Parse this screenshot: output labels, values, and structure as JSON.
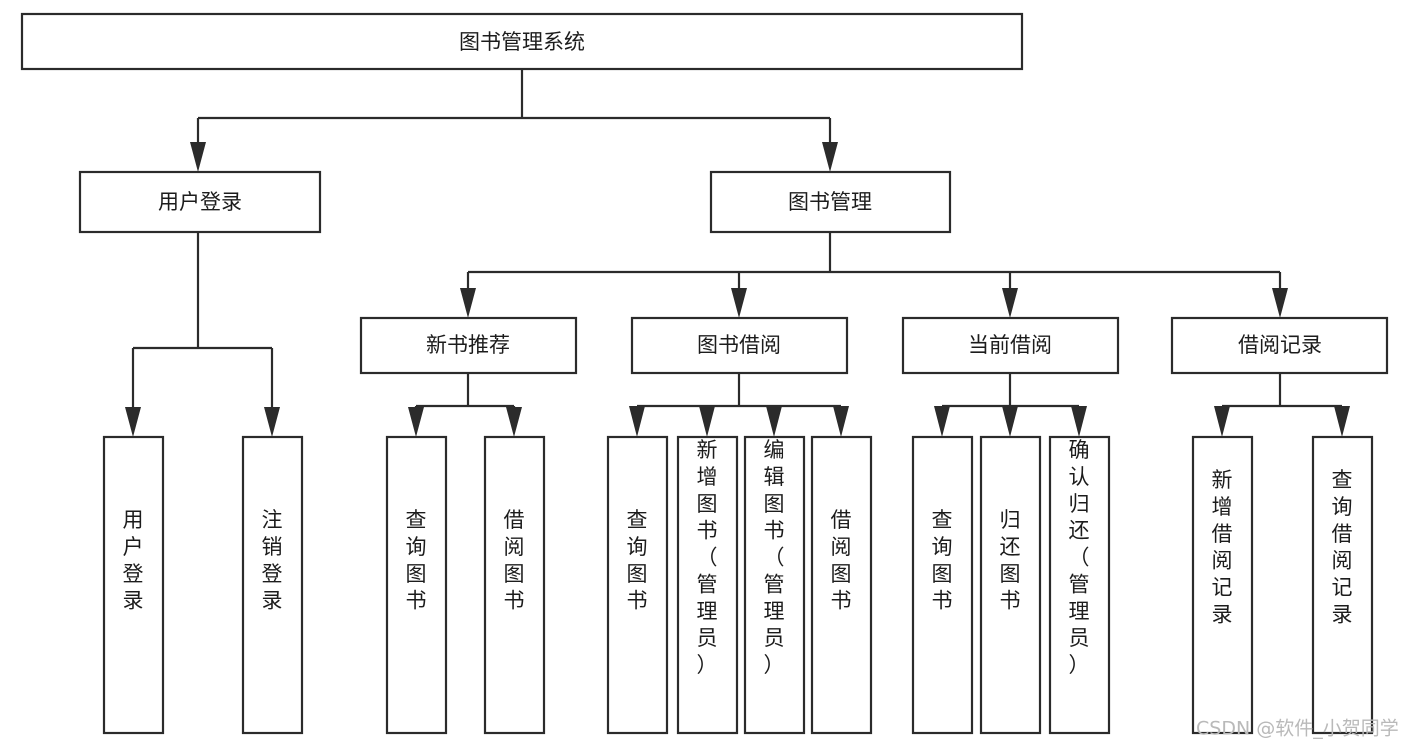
{
  "diagram": {
    "type": "tree",
    "title": "图书管理系统",
    "root": {
      "id": "root",
      "label": "图书管理系统",
      "orientation": "horizontal"
    },
    "level2": [
      {
        "id": "user-login",
        "label": "用户登录",
        "orientation": "horizontal"
      },
      {
        "id": "book-manage",
        "label": "图书管理",
        "orientation": "horizontal"
      }
    ],
    "level3": [
      {
        "id": "new-book-recommend",
        "label": "新书推荐",
        "orientation": "horizontal",
        "parent": "book-manage"
      },
      {
        "id": "book-borrow",
        "label": "图书借阅",
        "orientation": "horizontal",
        "parent": "book-manage"
      },
      {
        "id": "current-borrow",
        "label": "当前借阅",
        "orientation": "horizontal",
        "parent": "book-manage"
      },
      {
        "id": "borrow-record",
        "label": "借阅记录",
        "orientation": "horizontal",
        "parent": "book-manage"
      }
    ],
    "leaves": [
      {
        "id": "leaf-user-login",
        "label": "用户登录",
        "orientation": "vertical",
        "parent": "user-login"
      },
      {
        "id": "leaf-user-logout",
        "label": "注销登录",
        "orientation": "vertical",
        "parent": "user-login"
      },
      {
        "id": "leaf-query-book-1",
        "label": "查询图书",
        "orientation": "vertical",
        "parent": "new-book-recommend"
      },
      {
        "id": "leaf-borrow-book-1",
        "label": "借阅图书",
        "orientation": "vertical",
        "parent": "new-book-recommend"
      },
      {
        "id": "leaf-query-book-2",
        "label": "查询图书",
        "orientation": "vertical",
        "parent": "book-borrow"
      },
      {
        "id": "leaf-add-book",
        "label": "新增图书（管理员）",
        "orientation": "vertical",
        "parent": "book-borrow"
      },
      {
        "id": "leaf-edit-book",
        "label": "编辑图书（管理员）",
        "orientation": "vertical",
        "parent": "book-borrow"
      },
      {
        "id": "leaf-borrow-book-2",
        "label": "借阅图书",
        "orientation": "vertical",
        "parent": "book-borrow"
      },
      {
        "id": "leaf-query-book-3",
        "label": "查询图书",
        "orientation": "vertical",
        "parent": "current-borrow"
      },
      {
        "id": "leaf-return-book",
        "label": "归还图书",
        "orientation": "vertical",
        "parent": "current-borrow"
      },
      {
        "id": "leaf-confirm-return",
        "label": "确认归还（管理员）",
        "orientation": "vertical",
        "parent": "current-borrow"
      },
      {
        "id": "leaf-add-record",
        "label": "新增借阅记录",
        "orientation": "vertical",
        "parent": "borrow-record"
      },
      {
        "id": "leaf-query-record",
        "label": "查询借阅记录",
        "orientation": "vertical",
        "parent": "borrow-record"
      }
    ]
  },
  "watermark": {
    "label": "CSDN @软件_小贺同学"
  },
  "colors": {
    "box_stroke": "#2b2b2b",
    "box_fill": "#ffffff",
    "text": "#1c1c1c",
    "watermark": "#b9b9b9",
    "background": "#ffffff"
  }
}
